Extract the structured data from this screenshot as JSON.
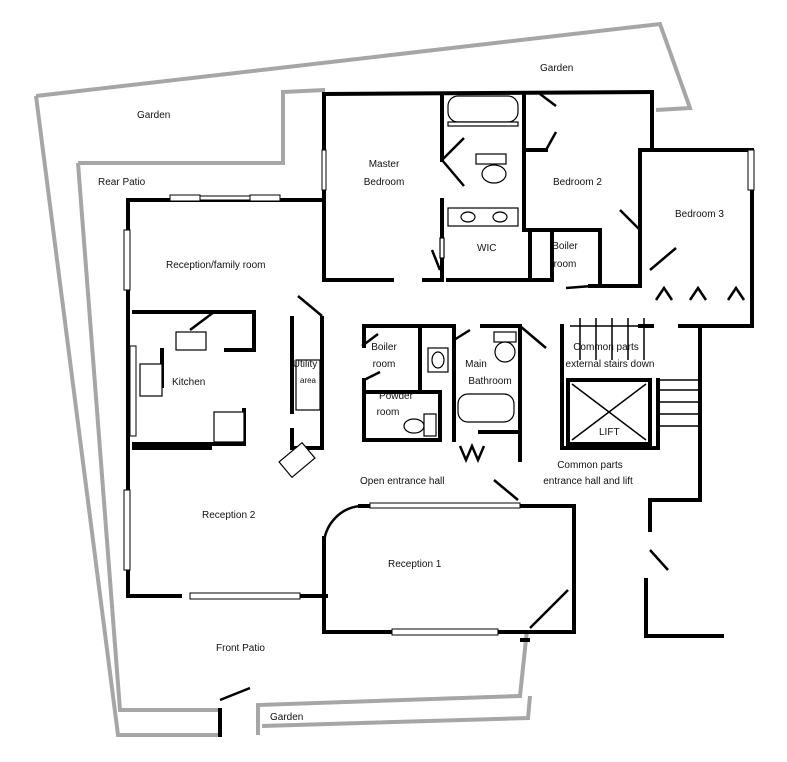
{
  "rooms": {
    "garden_top": "Garden",
    "garden_left": "Garden",
    "garden_bottom": "Garden",
    "rear_patio": "Rear Patio",
    "master_bedroom_1": "Master",
    "master_bedroom_2": "Bedroom",
    "bedroom_2": "Bedroom 2",
    "bedroom_3": "Bedroom 3",
    "wic": "WIC",
    "boiler_room_upper_1": "Boiler",
    "boiler_room_upper_2": "room",
    "reception_family": "Reception/family room",
    "kitchen": "Kitchen",
    "utility_1": "Utility",
    "utility_2": "area",
    "boiler_room_lower_1": "Boiler",
    "boiler_room_lower_2": "room",
    "powder_room_1": "Powder",
    "powder_room_2": "room",
    "main_bathroom_1": "Main",
    "main_bathroom_2": "Bathroom",
    "common_stairs_1": "Common parts",
    "common_stairs_2": "external stairs down",
    "lift": "LIFT",
    "common_entrance_1": "Common parts",
    "common_entrance_2": "entrance hall and lift",
    "open_entrance_hall": "Open entrance hall",
    "reception_2": "Reception 2",
    "reception_1": "Reception 1",
    "front_patio": "Front Patio"
  }
}
